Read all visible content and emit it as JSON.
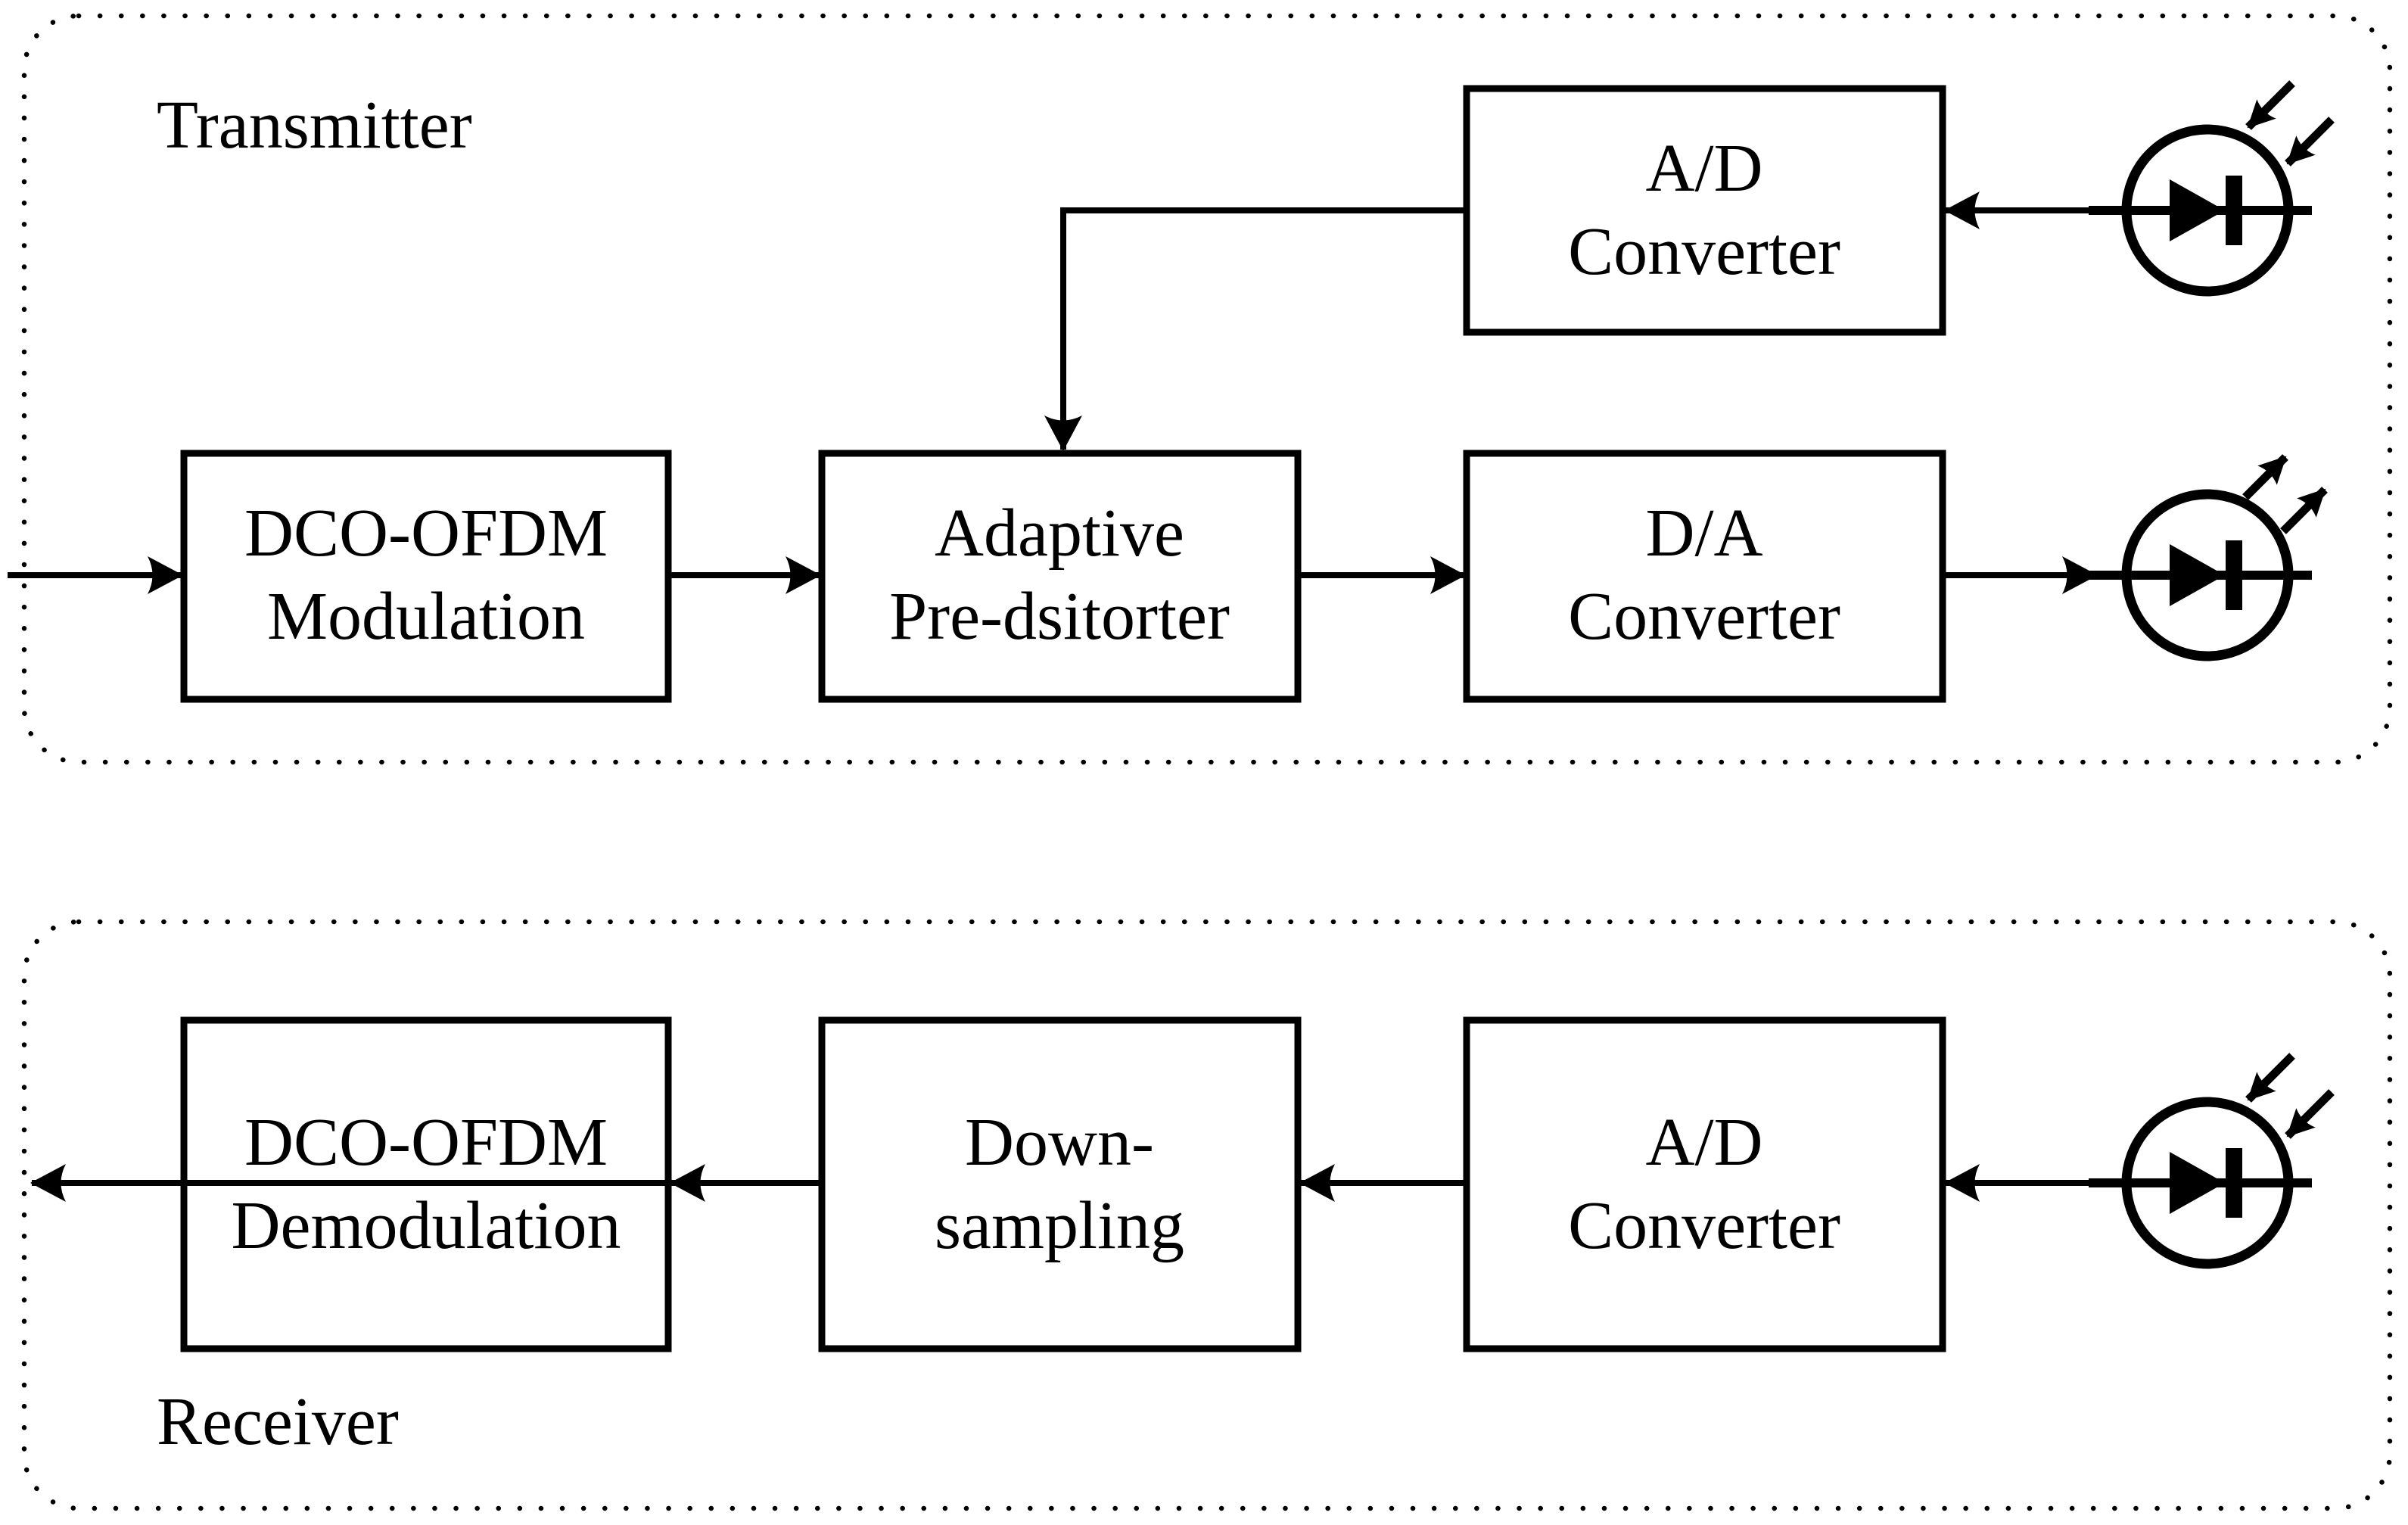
{
  "figure": {
    "type": "block-diagram",
    "description": "DCO-OFDM optical link block diagram with adaptive pre-distortion"
  },
  "colors": {
    "ink": "#000000",
    "background": "#ffffff"
  },
  "sections": {
    "transmitter": {
      "label": "Transmitter"
    },
    "receiver": {
      "label": "Receiver"
    }
  },
  "blocks": {
    "tx_modulation": {
      "line1": "DCO-OFDM",
      "line2": "Modulation"
    },
    "tx_predistorter": {
      "line1": "Adaptive",
      "line2": "Pre-dsitorter"
    },
    "tx_dac": {
      "line1": "D/A",
      "line2": "Converter"
    },
    "tx_adc": {
      "line1": "A/D",
      "line2": "Converter"
    },
    "rx_demodulation": {
      "line1": "DCO-OFDM",
      "line2": "Demodulation"
    },
    "rx_downsampling": {
      "line1": "Down-",
      "line2": "sampling"
    },
    "rx_adc": {
      "line1": "A/D",
      "line2": "Converter"
    }
  },
  "icons": {
    "led": "led-icon (light-emitting diode, rays pointing outward)",
    "photodiode": "photodiode-icon (diode, rays pointing inward)"
  }
}
